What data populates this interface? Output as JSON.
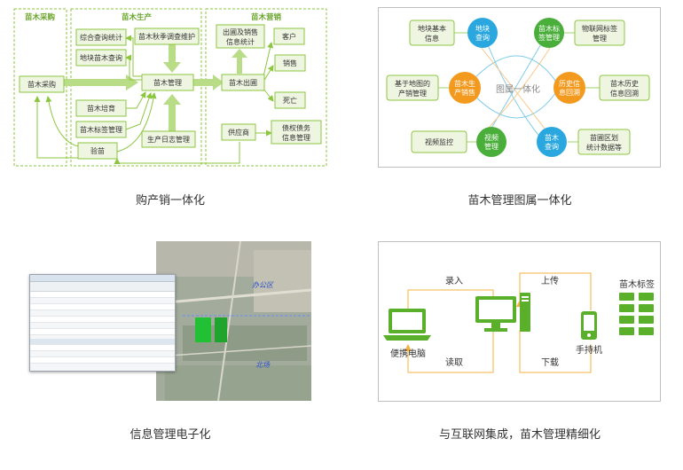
{
  "panel1": {
    "caption": "购产销一体化",
    "sections": {
      "purchase": "苗木采购",
      "production": "苗木生产",
      "sales": "苗木营销"
    },
    "nodes": {
      "purchase": "苗木采购",
      "query_stats": "综合查询统计",
      "season_survey": "苗木秋季调查维护",
      "plot_query": "地块苗木查询",
      "management": "苗木管理",
      "nursery": "苗木培育",
      "tag_mgmt": "苗木标签管理",
      "inspection": "验苗",
      "prod_log": "生产日志管理",
      "out_stats_l1": "出圃及销售",
      "out_stats_l2": "信息统计",
      "customer": "客户",
      "nursery_out": "苗木出圃",
      "sales": "销售",
      "death": "死亡",
      "supplier": "供应商",
      "debt_l1": "债权债务",
      "debt_l2": "信息管理"
    },
    "colors": {
      "border": "#8cc63f",
      "fill": "#eef5e1",
      "arrow": "#b9dc86",
      "title": "#6aa52a"
    }
  },
  "panel2": {
    "caption": "苗木管理图属一体化",
    "center_text": "图属一体化",
    "circles": {
      "plot_query": [
        "地块",
        "查询"
      ],
      "tag_mgmt": [
        "苗木标",
        "签管理"
      ],
      "prod_sales": [
        "苗木生",
        "产销售"
      ],
      "history": [
        "历史信",
        "息回溯"
      ],
      "video": [
        "视频",
        "管理"
      ],
      "seedling_query": [
        "苗木",
        "查询"
      ]
    },
    "boxes": {
      "plot_info": [
        "地块基本",
        "信息"
      ],
      "iot_tag": [
        "物联网标签",
        "管理"
      ],
      "map_prod": [
        "基于地图的",
        "产销管理"
      ],
      "history_info": [
        "苗木历史",
        "信息回溯"
      ],
      "video_monitor": [
        "视频监控"
      ],
      "region_stats": [
        "苗圃区划",
        "统计数据等"
      ]
    },
    "colors": {
      "blue": "#2aa7df",
      "green": "#4aae3a",
      "orange": "#f39a1e",
      "box_border": "#8cc63f",
      "box_fill": "#eef5e1",
      "line": "#7fcbe9"
    }
  },
  "panel3": {
    "caption": "信息管理电子化",
    "map_labels": {
      "office": "办公区",
      "north": "北场"
    }
  },
  "panel4": {
    "caption": "与互联网集成，苗木管理精细化",
    "labels": {
      "input": "录入",
      "upload": "上传",
      "read": "读取",
      "download": "下载",
      "laptop": "便携电脑",
      "handheld": "手持机",
      "tags": "苗木标签"
    },
    "colors": {
      "green": "#5bb02b",
      "line": "#f5b041"
    }
  }
}
